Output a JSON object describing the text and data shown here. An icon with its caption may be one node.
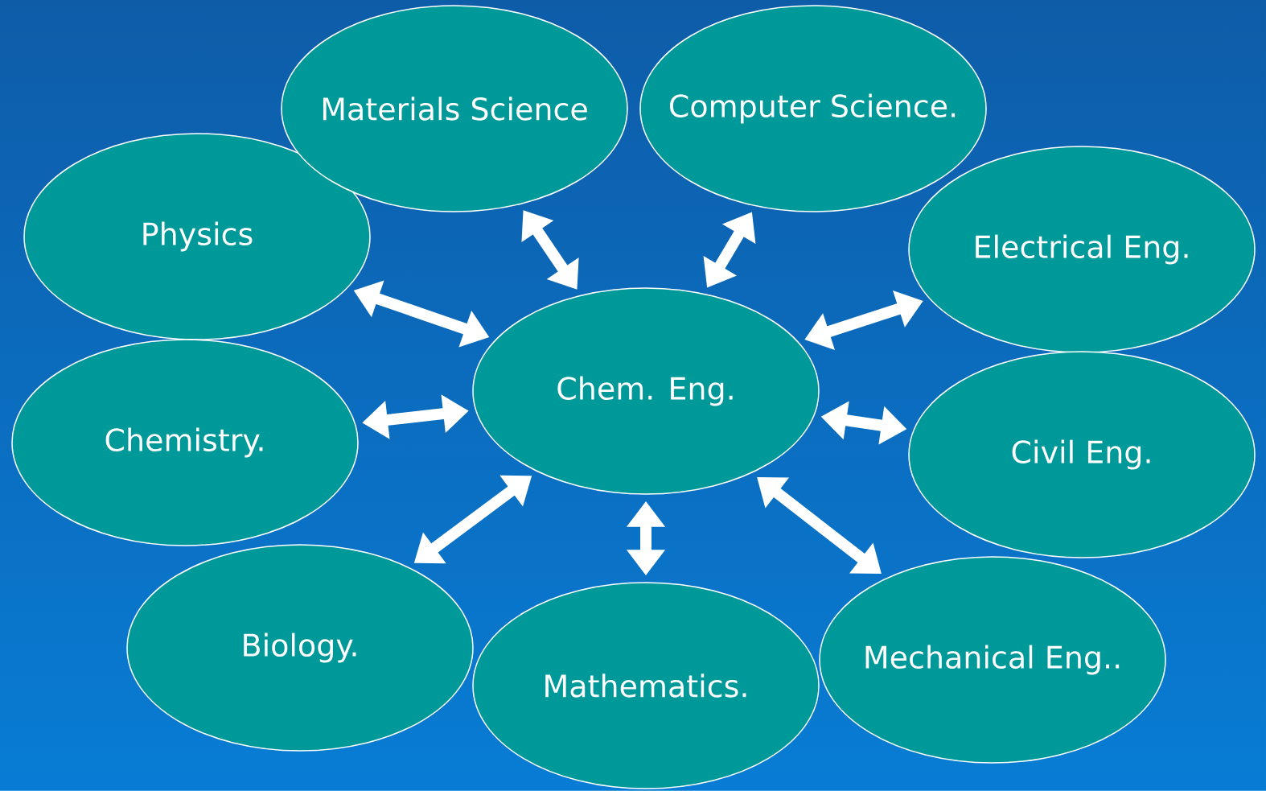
{
  "diagram": {
    "nodes": [
      {
        "text": [
          "Materials Science"
        ]
      },
      {
        "text": [
          "Computer Science."
        ]
      },
      {
        "text": [
          "Physics"
        ]
      },
      {
        "text": [
          "Electrical Eng."
        ]
      },
      {
        "text": [
          "Chem. Eng."
        ]
      },
      {
        "text": [
          "Chemistry."
        ]
      },
      {
        "text": [
          "Civil Eng."
        ]
      },
      {
        "text": [
          "Biology."
        ]
      },
      {
        "text": [
          "Mechanical Eng.."
        ]
      },
      {
        "text": [
          "Mathematics."
        ]
      }
    ],
    "edges": [
      {
        "from": 4,
        "to": 0,
        "arrow": "both"
      },
      {
        "from": 4,
        "to": 1,
        "arrow": "both"
      },
      {
        "from": 4,
        "to": 2,
        "arrow": "both"
      },
      {
        "from": 4,
        "to": 3,
        "arrow": "both"
      },
      {
        "from": 4,
        "to": 5,
        "arrow": "both"
      },
      {
        "from": 4,
        "to": 6,
        "arrow": "both"
      },
      {
        "from": 4,
        "to": 7,
        "arrow": "both"
      },
      {
        "from": 4,
        "to": 8,
        "arrow": "both"
      },
      {
        "from": 4,
        "to": 9,
        "arrow": "both"
      }
    ]
  }
}
